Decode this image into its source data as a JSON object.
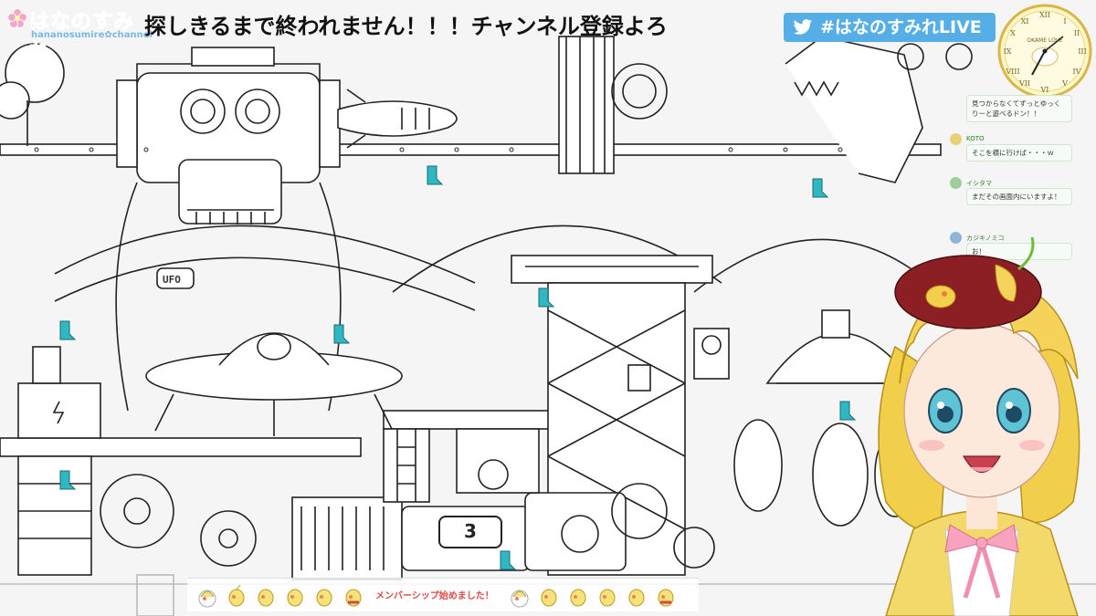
{
  "logo": {
    "title": "はなのすみれ",
    "subtitle": "hananosumire✿channel"
  },
  "ticker": {
    "text": "探しきるまで終われません！！！チャンネル登録よろ"
  },
  "twitter": {
    "label": "#はなのすみれLIVE",
    "icon": "twitter-bird-icon"
  },
  "clock": {
    "brand": "OKAME LOVE"
  },
  "chat": {
    "messages": [
      {
        "author": "",
        "text": "見つからなくてずっとゆっくりーと遊べるドン！！"
      },
      {
        "author": "KOTO",
        "text": "そこを横に行けば・・・ｗ"
      },
      {
        "author": "イシタマ",
        "text": "まだその画面内にいますよ！"
      },
      {
        "author": "カジキノミコ",
        "text": "お！"
      }
    ]
  },
  "game": {
    "counter": "3",
    "ufo_sign": "UFO"
  },
  "ribbon": {
    "label": "メンバーシップ始めました！"
  },
  "colors": {
    "accent_pink": "#f3a6c8",
    "twitter_blue": "#55aee6",
    "target_teal": "#2fb8c2",
    "ribbon_red": "#e04848"
  }
}
